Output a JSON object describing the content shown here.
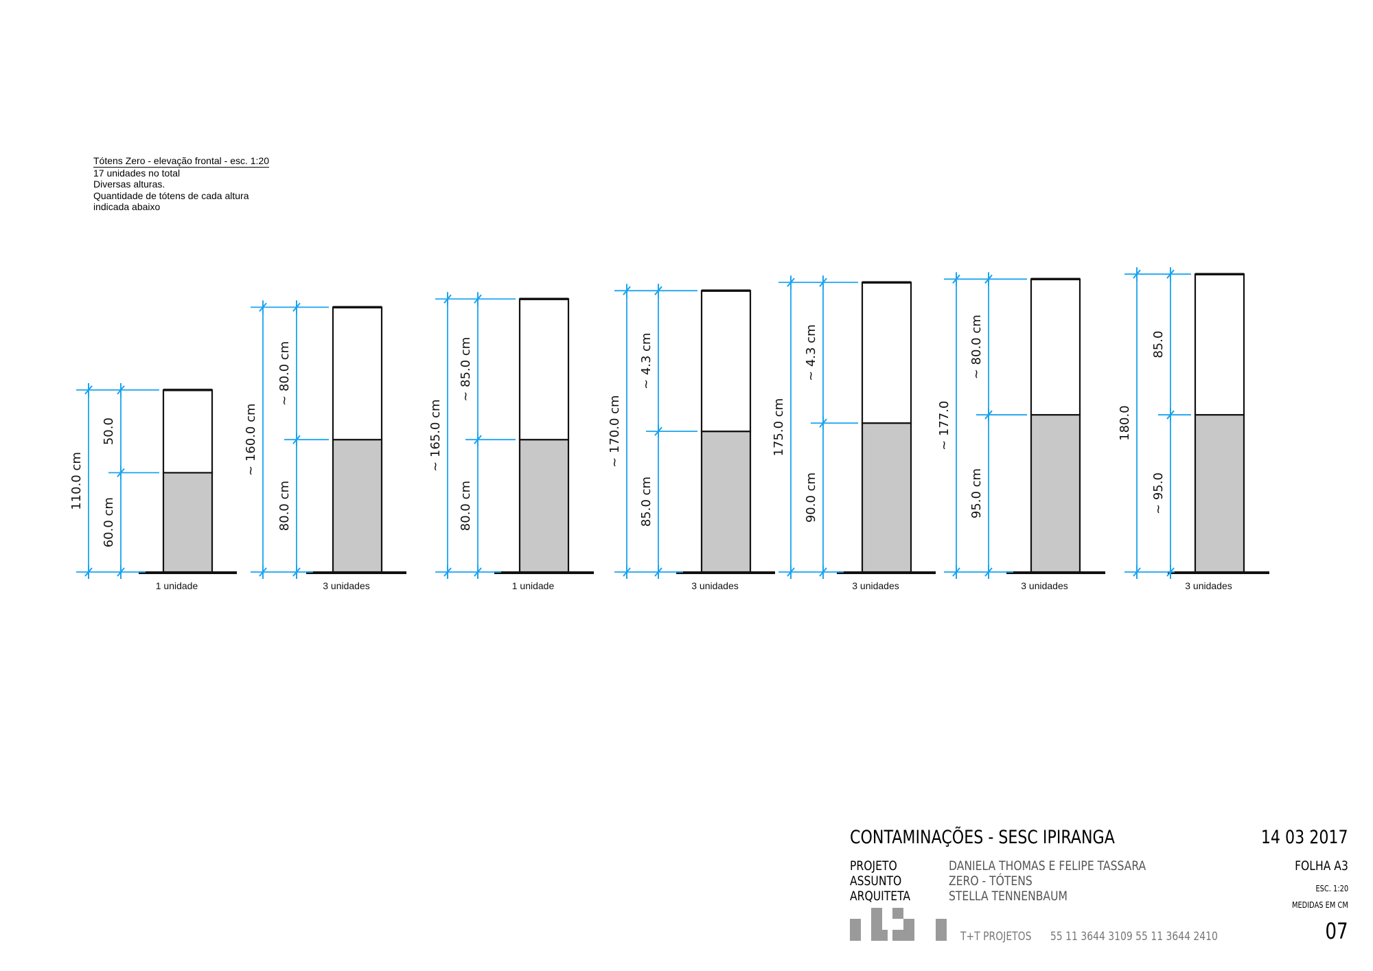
{
  "notes": {
    "heading": "Tótens Zero - elevação frontal - esc. 1:20",
    "lines": [
      "17 unidades no total",
      "Diversas alturas.",
      "Quantidade de tótens de cada altura",
      "indicada abaixo"
    ]
  },
  "colors": {
    "dimension": "#1aa3f0",
    "fill_lower": "#c8c8c8",
    "outline": "#111111"
  },
  "totems": [
    {
      "total_cm": 110,
      "lower_cm": 60,
      "total_label": "110.0 cm",
      "upper_label": "50.0",
      "lower_label": "60.0 cm",
      "quantity_label": "1 unidade"
    },
    {
      "total_cm": 160,
      "lower_cm": 80,
      "total_label": "~ 160.0 cm",
      "upper_label": "~ 80.0 cm",
      "lower_label": "80.0 cm",
      "quantity_label": "3 unidades"
    },
    {
      "total_cm": 165,
      "lower_cm": 80,
      "total_label": "~ 165.0 cm",
      "upper_label": "~ 85.0 cm",
      "lower_label": "80.0 cm",
      "quantity_label": "1 unidade"
    },
    {
      "total_cm": 170,
      "lower_cm": 85,
      "total_label": "~ 170.0 cm",
      "upper_label": "~ 4.3 cm",
      "lower_label": "85.0 cm",
      "quantity_label": "3 unidades"
    },
    {
      "total_cm": 175,
      "lower_cm": 90,
      "total_label": "175.0 cm",
      "upper_label": "~ 4.3 cm",
      "lower_label": "90.0 cm",
      "quantity_label": "3 unidades"
    },
    {
      "total_cm": 177,
      "lower_cm": 95,
      "total_label": "~ 177.0",
      "upper_label": "~ 80.0 cm",
      "lower_label": "95.0 cm",
      "quantity_label": "3 unidades"
    },
    {
      "total_cm": 180,
      "lower_cm": 95,
      "total_label": "180.0",
      "upper_label": "85.0",
      "lower_label": "~ 95.0",
      "quantity_label": "3 unidades"
    }
  ],
  "title_block": {
    "title": "CONTAMINAÇÕES - SESC IPIRANGA",
    "date": "14 03 2017",
    "rows": [
      {
        "label": "PROJETO",
        "value": "DANIELA THOMAS E FELIPE TASSARA"
      },
      {
        "label": "ASSUNTO",
        "value": "ZERO - TÓTENS"
      },
      {
        "label": "ARQUITETA",
        "value": "STELLA TENNENBAUM"
      }
    ],
    "sheet_format": "FOLHA  A3",
    "scale": "ESC.  1:20",
    "units": "MEDIDAS EM CM",
    "sheet_number": "07",
    "company": "T+T PROJETOS",
    "phones": "55 11 3644 3109   55 11 3644 2410"
  }
}
